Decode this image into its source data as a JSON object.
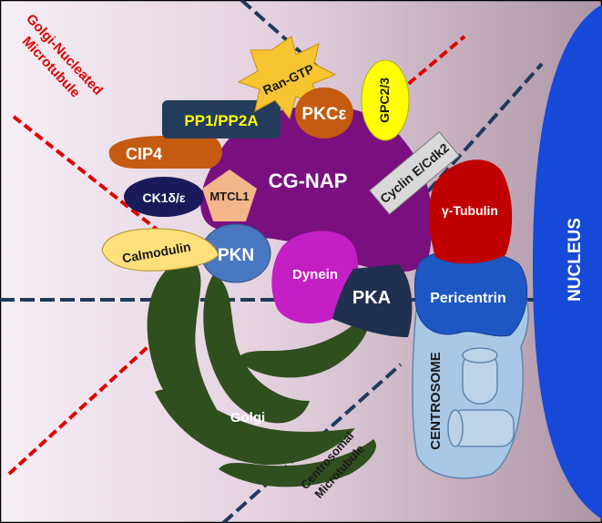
{
  "labels": {
    "golgi_nucleated_mt_line1": "Golgi-Nucleated",
    "golgi_nucleated_mt_line2": "Microtubule",
    "ran_gtp": "Ran-GTP",
    "pp1_pp2a": "PP1/PP2A",
    "pkc_e": "PKCε",
    "gpc2_3": "GPC2/3",
    "cip4": "CIP4",
    "cg_nap": "CG-NAP",
    "cyclin_e_cdk2": "Cyclin E/Cdk2",
    "ck1": "CK1δ/ε",
    "mtcl1": "MTCL1",
    "gamma_tubulin": "γ-Tubulin",
    "nucleus": "NUCLEUS",
    "calmodulin": "Calmodulin",
    "pkn": "PKN",
    "dynein": "Dynein",
    "pericentrin": "Pericentrin",
    "pka": "PKA",
    "centrosome": "CENTROSOME",
    "golgi": "Golgi",
    "centrosomal_mt_line1": "Centrosomal",
    "centrosomal_mt_line2": "Microtubule"
  },
  "colors": {
    "background_left": "#f3e9f2",
    "background_right": "#b49cab",
    "cg_nap": "#7a0f80",
    "golgi": "#2f4f1e",
    "nucleus": "#1649d8",
    "gamma_tubulin": "#c00000",
    "pericentrin": "#1c57c4",
    "centrosome": "#a9c8e6",
    "dynein": "#c41fc4",
    "pka": "#1f3050",
    "pkn": "#4a78c0",
    "calmodulin": "#ffe07a",
    "ck1": "#1a1a5a",
    "mtcl1": "#f3b58a",
    "cip4": "#c55a11",
    "pp1_pp2a": "#243c5c",
    "pp1_text": "#ffff00",
    "pkc_e": "#c55a11",
    "gpc2_3": "#ffff00",
    "ran_gtp": "#f7c531",
    "cyclin_box": "#d9d9d9",
    "golgi_mt": "#e00000",
    "centrosomal_mt": "#1f3a5a"
  }
}
